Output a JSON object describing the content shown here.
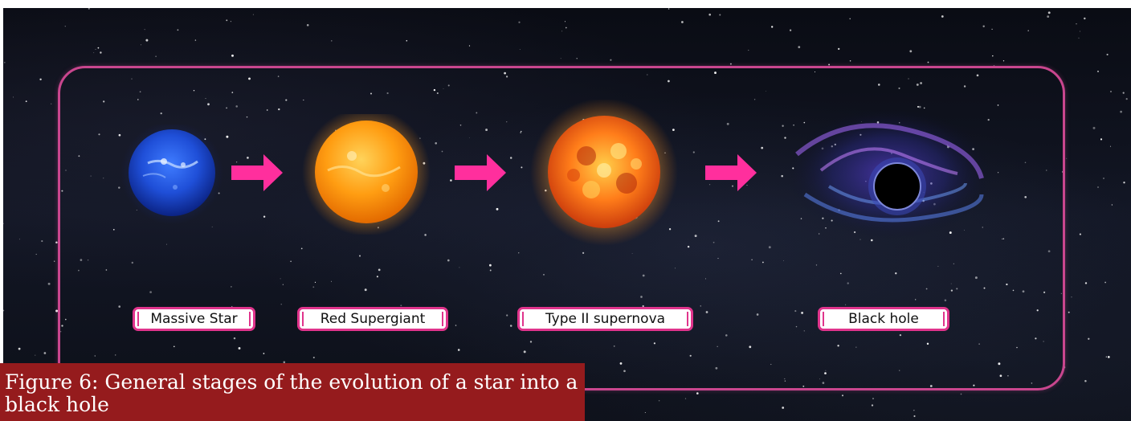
{
  "diagram": {
    "stages": [
      {
        "label": "Massive Star"
      },
      {
        "label": "Red Supergiant"
      },
      {
        "label": "Type II supernova"
      },
      {
        "label": "Black hole"
      }
    ]
  },
  "caption": {
    "text": "Figure 6: General stages of the evolution of a star into a black hole"
  },
  "colors": {
    "frame_border": "#c9468e",
    "arrow": "#ff2f9d",
    "label_border": "#e0348c",
    "caption_background": "#951b1d",
    "space_background": "#0d1019"
  }
}
